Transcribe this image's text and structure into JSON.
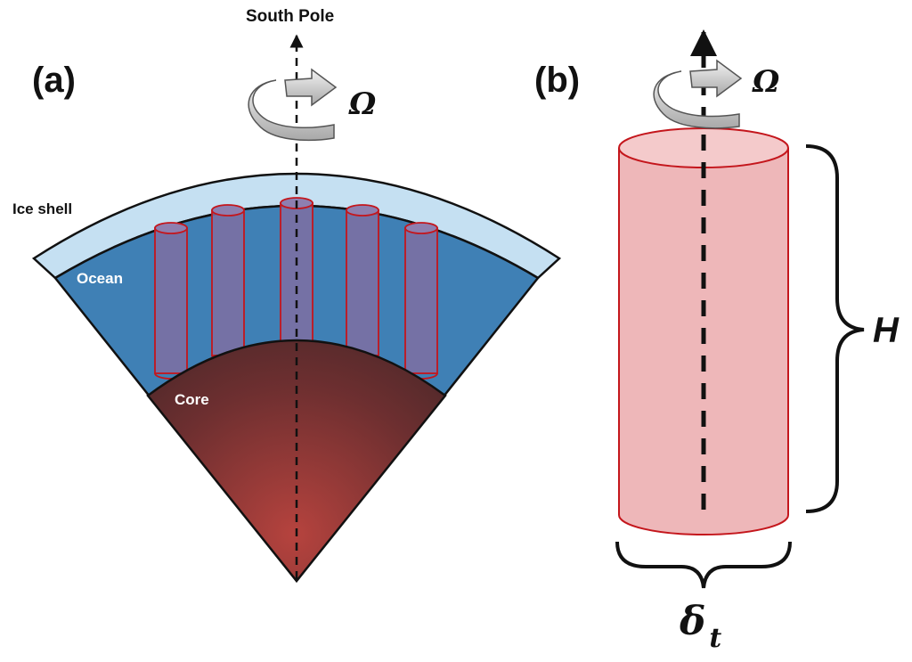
{
  "panel_a": {
    "label": "(a)",
    "pole_label": "South Pole",
    "rotation_symbol": "Ω",
    "layers": {
      "ice_shell": "Ice shell",
      "ocean": "Ocean",
      "core": "Core"
    }
  },
  "panel_b": {
    "label": "(b)",
    "rotation_symbol": "Ω",
    "height_label": "H",
    "width_symbol": "δ",
    "width_subscript": "t"
  },
  "colors": {
    "ice": "#c5e0f2",
    "ocean": "#3f80b5",
    "core_inner": "#b6433e",
    "core_outer": "#3e2527",
    "cylinder_fill": "#eeb7b9",
    "cylinder_stroke": "#c4161c",
    "arrow_gray": "#bdbdbd"
  }
}
